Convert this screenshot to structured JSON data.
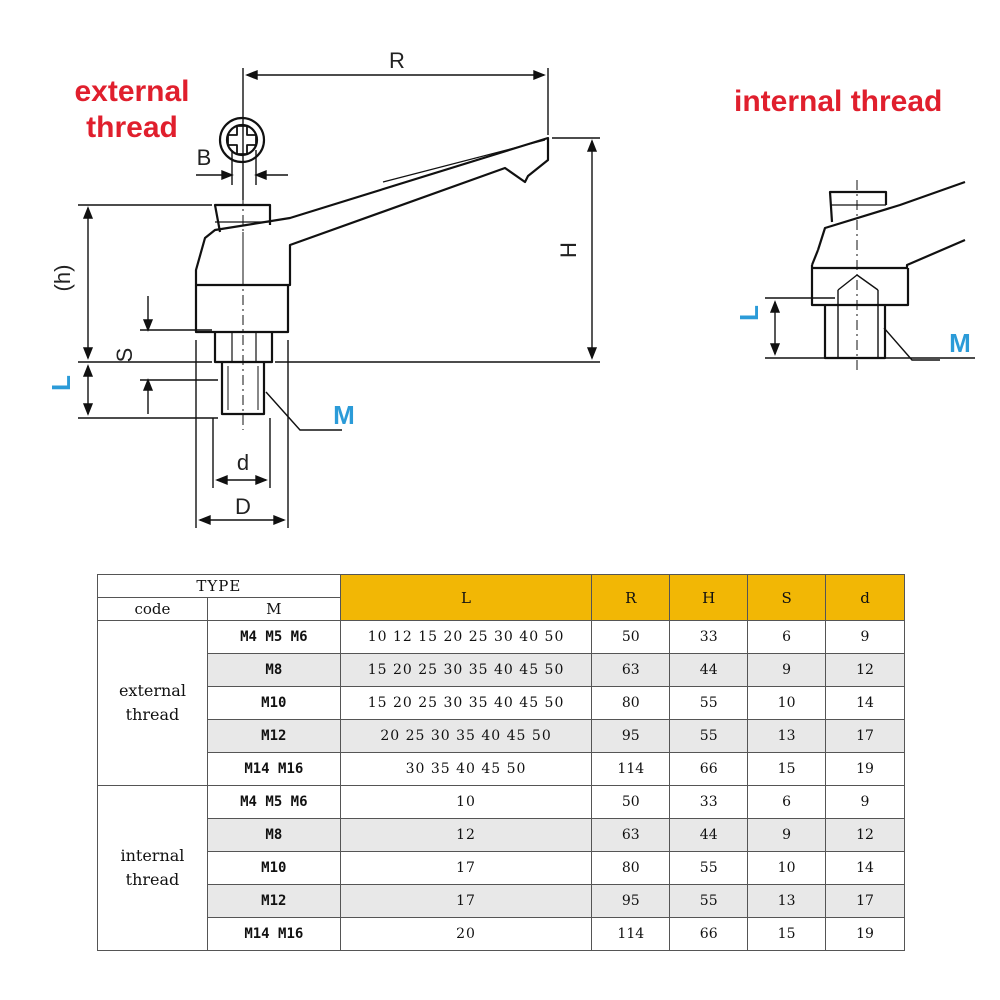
{
  "titles": {
    "external": "external\nthread",
    "external_line1": "external",
    "external_line2": "thread",
    "internal": "internal thread"
  },
  "dimension_labels": {
    "R": "R",
    "B": "B",
    "h": "(h)",
    "H": "H",
    "S": "S",
    "L_ext": "L",
    "M_ext": "M",
    "d": "d",
    "D": "D",
    "L_int": "L",
    "M_int": "M"
  },
  "table": {
    "type_header": "TYPE",
    "code_header": "code",
    "m_header": "M",
    "columns": [
      "L",
      "R",
      "H",
      "S",
      "d"
    ],
    "groups": [
      {
        "name_line1": "external",
        "name_line2": "thread",
        "rows": [
          {
            "m": "M4 M5 M6",
            "L": "10 12 15 20 25 30 40 50",
            "R": "50",
            "H": "33",
            "S": "6",
            "d": "9"
          },
          {
            "m": "M8",
            "L": "15 20 25 30 35 40 45 50",
            "R": "63",
            "H": "44",
            "S": "9",
            "d": "12"
          },
          {
            "m": "M10",
            "L": "15 20 25 30 35 40 45 50",
            "R": "80",
            "H": "55",
            "S": "10",
            "d": "14"
          },
          {
            "m": "M12",
            "L": "20 25 30 35 40 45 50",
            "R": "95",
            "H": "55",
            "S": "13",
            "d": "17"
          },
          {
            "m": "M14 M16",
            "L": "30 35 40 45 50",
            "R": "114",
            "H": "66",
            "S": "15",
            "d": "19"
          }
        ]
      },
      {
        "name_line1": "internal",
        "name_line2": "thread",
        "rows": [
          {
            "m": "M4 M5 M6",
            "L": "10",
            "R": "50",
            "H": "33",
            "S": "6",
            "d": "9"
          },
          {
            "m": "M8",
            "L": "12",
            "R": "63",
            "H": "44",
            "S": "9",
            "d": "12"
          },
          {
            "m": "M10",
            "L": "17",
            "R": "80",
            "H": "55",
            "S": "10",
            "d": "14"
          },
          {
            "m": "M12",
            "L": "17",
            "R": "95",
            "H": "55",
            "S": "13",
            "d": "17"
          },
          {
            "m": "M14 M16",
            "L": "20",
            "R": "114",
            "H": "66",
            "S": "15",
            "d": "19"
          }
        ]
      }
    ]
  },
  "colors": {
    "title_red": "#e01f2d",
    "label_blue": "#2b9bd8",
    "header_gold": "#f2b705",
    "row_shade": "#e8e8e8"
  }
}
